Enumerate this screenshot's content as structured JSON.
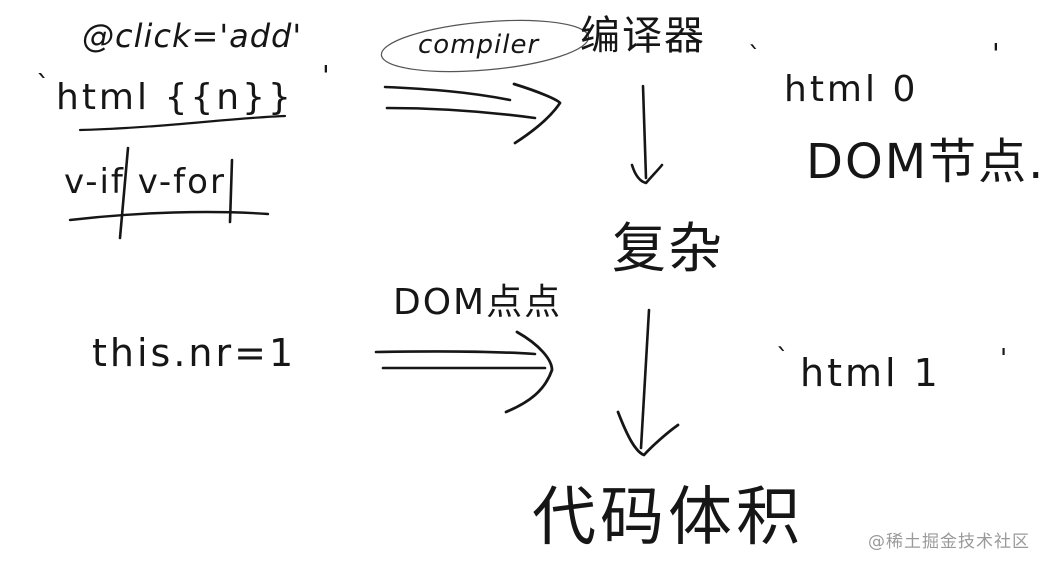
{
  "diagram": {
    "left_column": {
      "line1": "@click='add'",
      "line2_open_quote": "`",
      "line2": "html  {{n}}",
      "line2_close_quote": "'",
      "line3": "v-if   v-for",
      "line4": "this.nr=1"
    },
    "arrow_labels": {
      "top_arrow_label": "compiler",
      "bottom_arrow_label": "DOM点点"
    },
    "center_column": {
      "compiler_label": "编译器",
      "middle_label": "复杂",
      "bottom_label": "代码体积"
    },
    "right_column": {
      "top_quote_open": "`",
      "top_value": "html   0",
      "top_quote_close": "'",
      "top_note": "DOM节点.",
      "bottom_quote_open": "`",
      "bottom_value": "html   1",
      "bottom_quote_close": "'"
    },
    "colors": {
      "ink": "#161616",
      "background": "#ffffff",
      "watermark": "#9a9a9a"
    }
  },
  "watermark": "@稀土掘金技术社区"
}
